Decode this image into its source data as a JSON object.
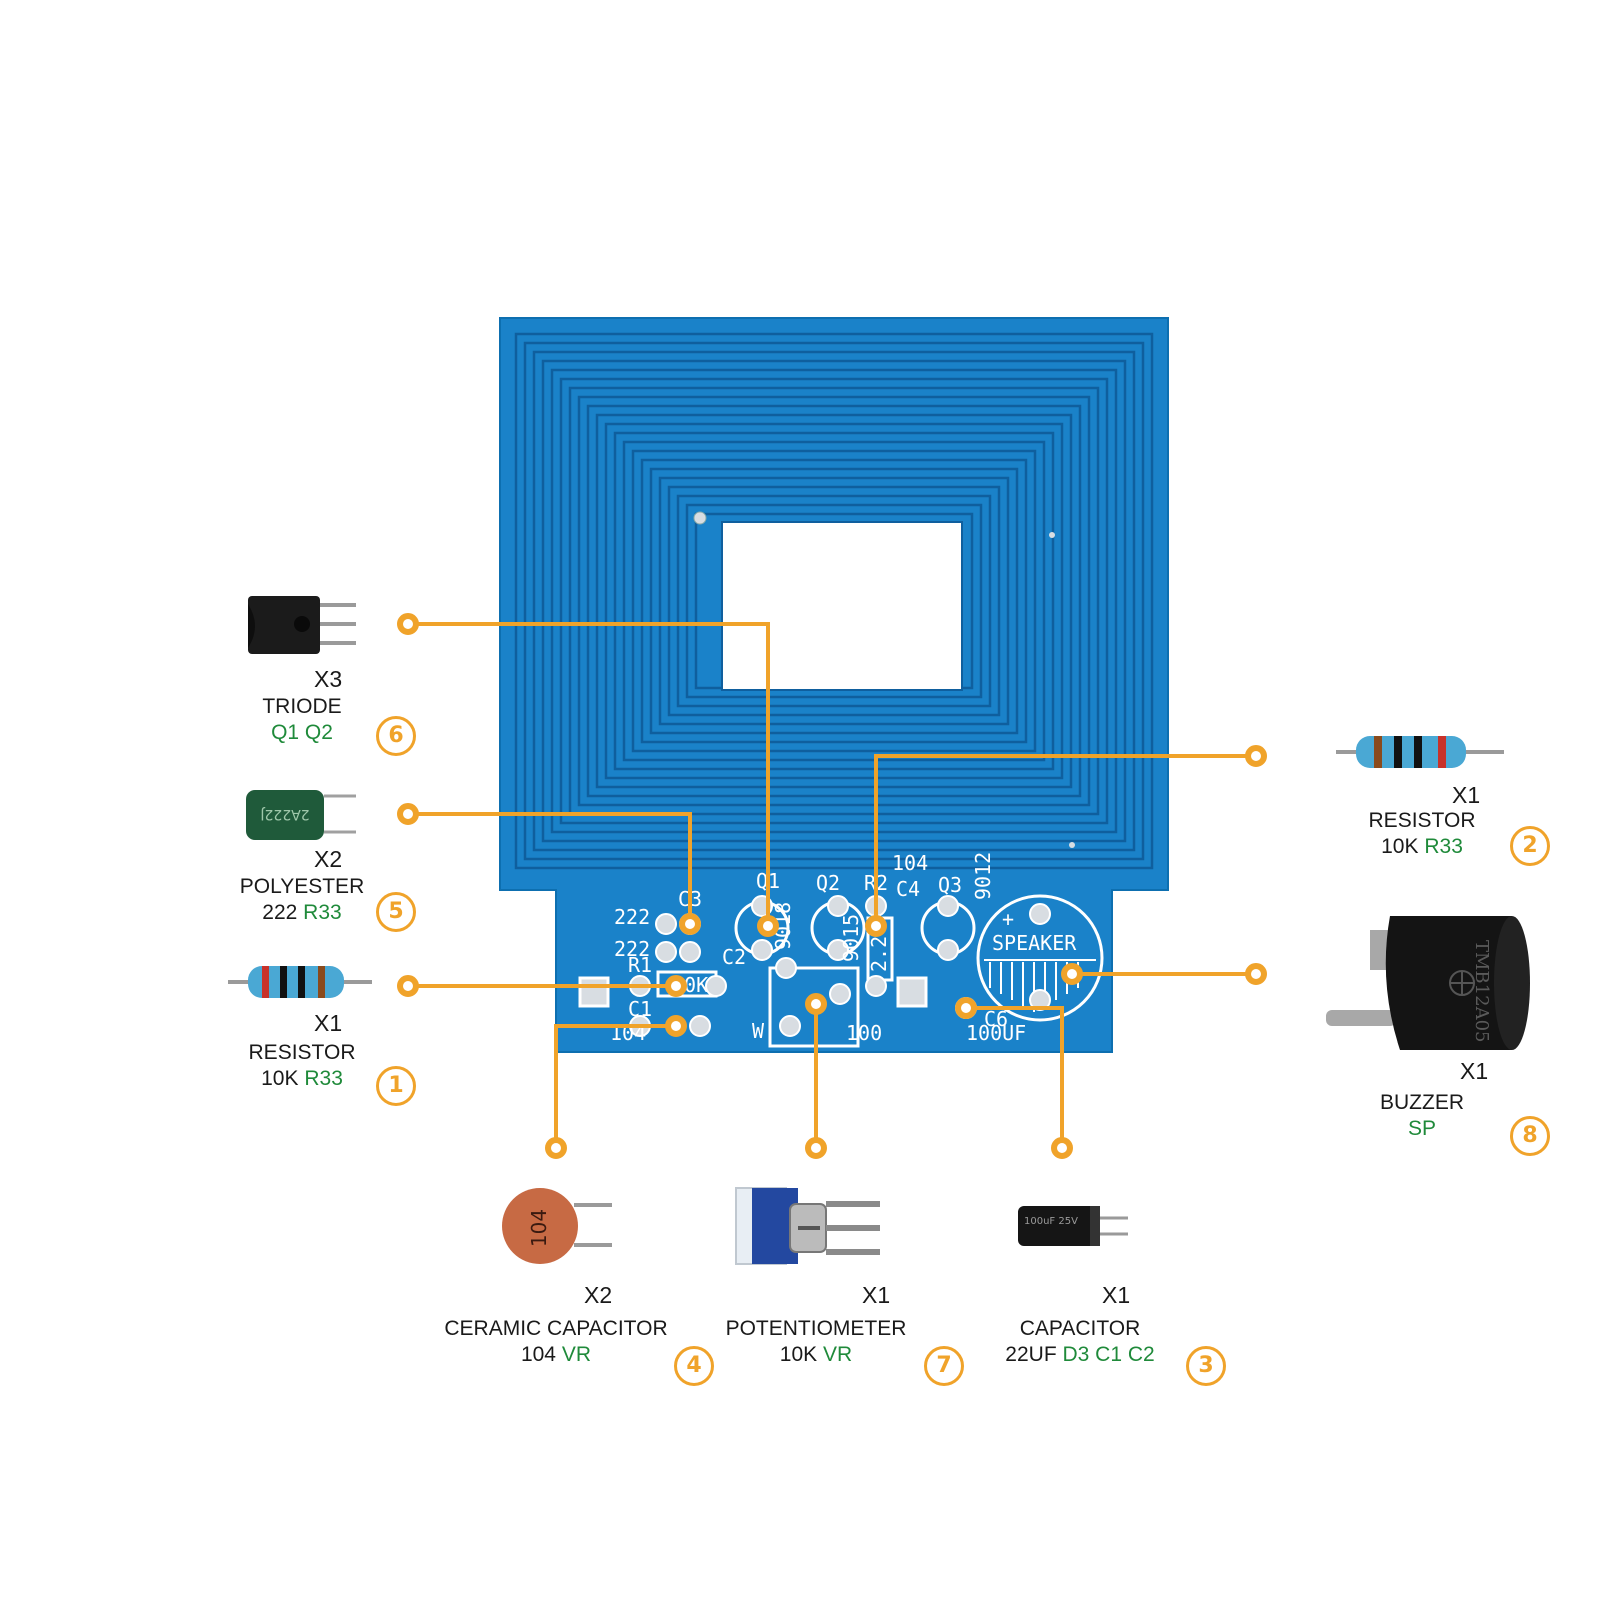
{
  "colors": {
    "board": "#1a82c9",
    "trace": "#0f5f9e",
    "silk": "#ffffff",
    "callout": "#f0a32a",
    "green_text": "#1f8a3a"
  },
  "board": {
    "silk_labels": [
      "222",
      "C3",
      "222",
      "C2",
      "R1",
      "20K",
      "C1",
      "104",
      "Q1",
      "9018",
      "Q2",
      "9015",
      "R2",
      "2.2",
      "104",
      "C4",
      "Q3",
      "9012",
      "+",
      "SPEAKER",
      "W",
      "100",
      "C6",
      "100UF"
    ]
  },
  "components": [
    {
      "id": "triode",
      "number": "6",
      "qty": "X3",
      "name": "TRIODE",
      "value": "",
      "code": "Q1 Q2",
      "icon": "transistor-icon"
    },
    {
      "id": "polyester",
      "number": "5",
      "qty": "X2",
      "name": "POLYESTER",
      "value": "222",
      "code": "R33",
      "icon": "polyester-capacitor-icon"
    },
    {
      "id": "resistor-left",
      "number": "1",
      "qty": "X1",
      "name": "RESISTOR",
      "value": "10K",
      "code": "R33",
      "icon": "resistor-icon"
    },
    {
      "id": "resistor-right",
      "number": "2",
      "qty": "X1",
      "name": "RESISTOR",
      "value": "10K",
      "code": "R33",
      "icon": "resistor-icon"
    },
    {
      "id": "buzzer",
      "number": "8",
      "qty": "X1",
      "name": "BUZZER",
      "value": "",
      "code": "SP",
      "icon": "buzzer-icon",
      "print": "TMB12A05"
    },
    {
      "id": "ceramic",
      "number": "4",
      "qty": "X2",
      "name": "CERAMIC CAPACITOR",
      "value": "104",
      "code": "VR",
      "icon": "ceramic-capacitor-icon",
      "print": "104"
    },
    {
      "id": "potentiometer",
      "number": "7",
      "qty": "X1",
      "name": "POTENTIOMETER",
      "value": "10K",
      "code": "VR",
      "icon": "potentiometer-icon"
    },
    {
      "id": "capacitor",
      "number": "3",
      "qty": "X1",
      "name": "CAPACITOR",
      "value": "22UF",
      "code": "D3 C1 C2",
      "icon": "electrolytic-capacitor-icon",
      "print": "100uF 25V"
    }
  ]
}
